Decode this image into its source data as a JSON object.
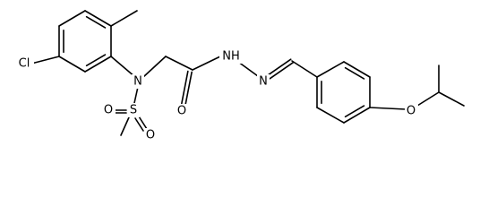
{
  "molecule": {
    "atoms": {
      "cl": "Cl",
      "n_sulfonamide": "N",
      "s": "S",
      "o_sulfonyl_left": "O",
      "o_sulfonyl_bottom": "O",
      "o_carbonyl": "O",
      "nh": "NH",
      "n_imine": "N",
      "o_ether": "O"
    }
  }
}
